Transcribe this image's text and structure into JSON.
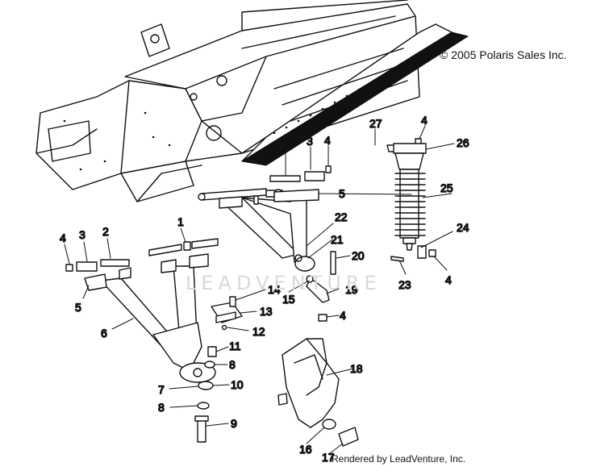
{
  "copyright": "© 2005 Polaris Sales Inc.",
  "rendered_by": "Rendered by LeadVenture, Inc.",
  "watermark": "LEADVENTURE",
  "callouts": [
    {
      "id": "c27",
      "label": "27"
    },
    {
      "id": "c4a",
      "label": "4"
    },
    {
      "id": "c26",
      "label": "26"
    },
    {
      "id": "c2a",
      "label": "2"
    },
    {
      "id": "c3a",
      "label": "3"
    },
    {
      "id": "c4b",
      "label": "4"
    },
    {
      "id": "c5a",
      "label": "5"
    },
    {
      "id": "c25",
      "label": "25"
    },
    {
      "id": "c22",
      "label": "22"
    },
    {
      "id": "c24",
      "label": "24"
    },
    {
      "id": "c1",
      "label": "1"
    },
    {
      "id": "c4c",
      "label": "4"
    },
    {
      "id": "c3b",
      "label": "3"
    },
    {
      "id": "c2b",
      "label": "2"
    },
    {
      "id": "c21",
      "label": "21"
    },
    {
      "id": "c20",
      "label": "20"
    },
    {
      "id": "c23",
      "label": "23"
    },
    {
      "id": "c4d",
      "label": "4"
    },
    {
      "id": "c14",
      "label": "14"
    },
    {
      "id": "c15",
      "label": "15"
    },
    {
      "id": "c19",
      "label": "19"
    },
    {
      "id": "c5b",
      "label": "5"
    },
    {
      "id": "c13",
      "label": "13"
    },
    {
      "id": "c4e",
      "label": "4"
    },
    {
      "id": "c6",
      "label": "6"
    },
    {
      "id": "c12",
      "label": "12"
    },
    {
      "id": "c11",
      "label": "11"
    },
    {
      "id": "c8a",
      "label": "8"
    },
    {
      "id": "c18",
      "label": "18"
    },
    {
      "id": "c10",
      "label": "10"
    },
    {
      "id": "c7",
      "label": "7"
    },
    {
      "id": "c8b",
      "label": "8"
    },
    {
      "id": "c9",
      "label": "9"
    },
    {
      "id": "c16",
      "label": "16"
    },
    {
      "id": "c17",
      "label": "17"
    }
  ]
}
